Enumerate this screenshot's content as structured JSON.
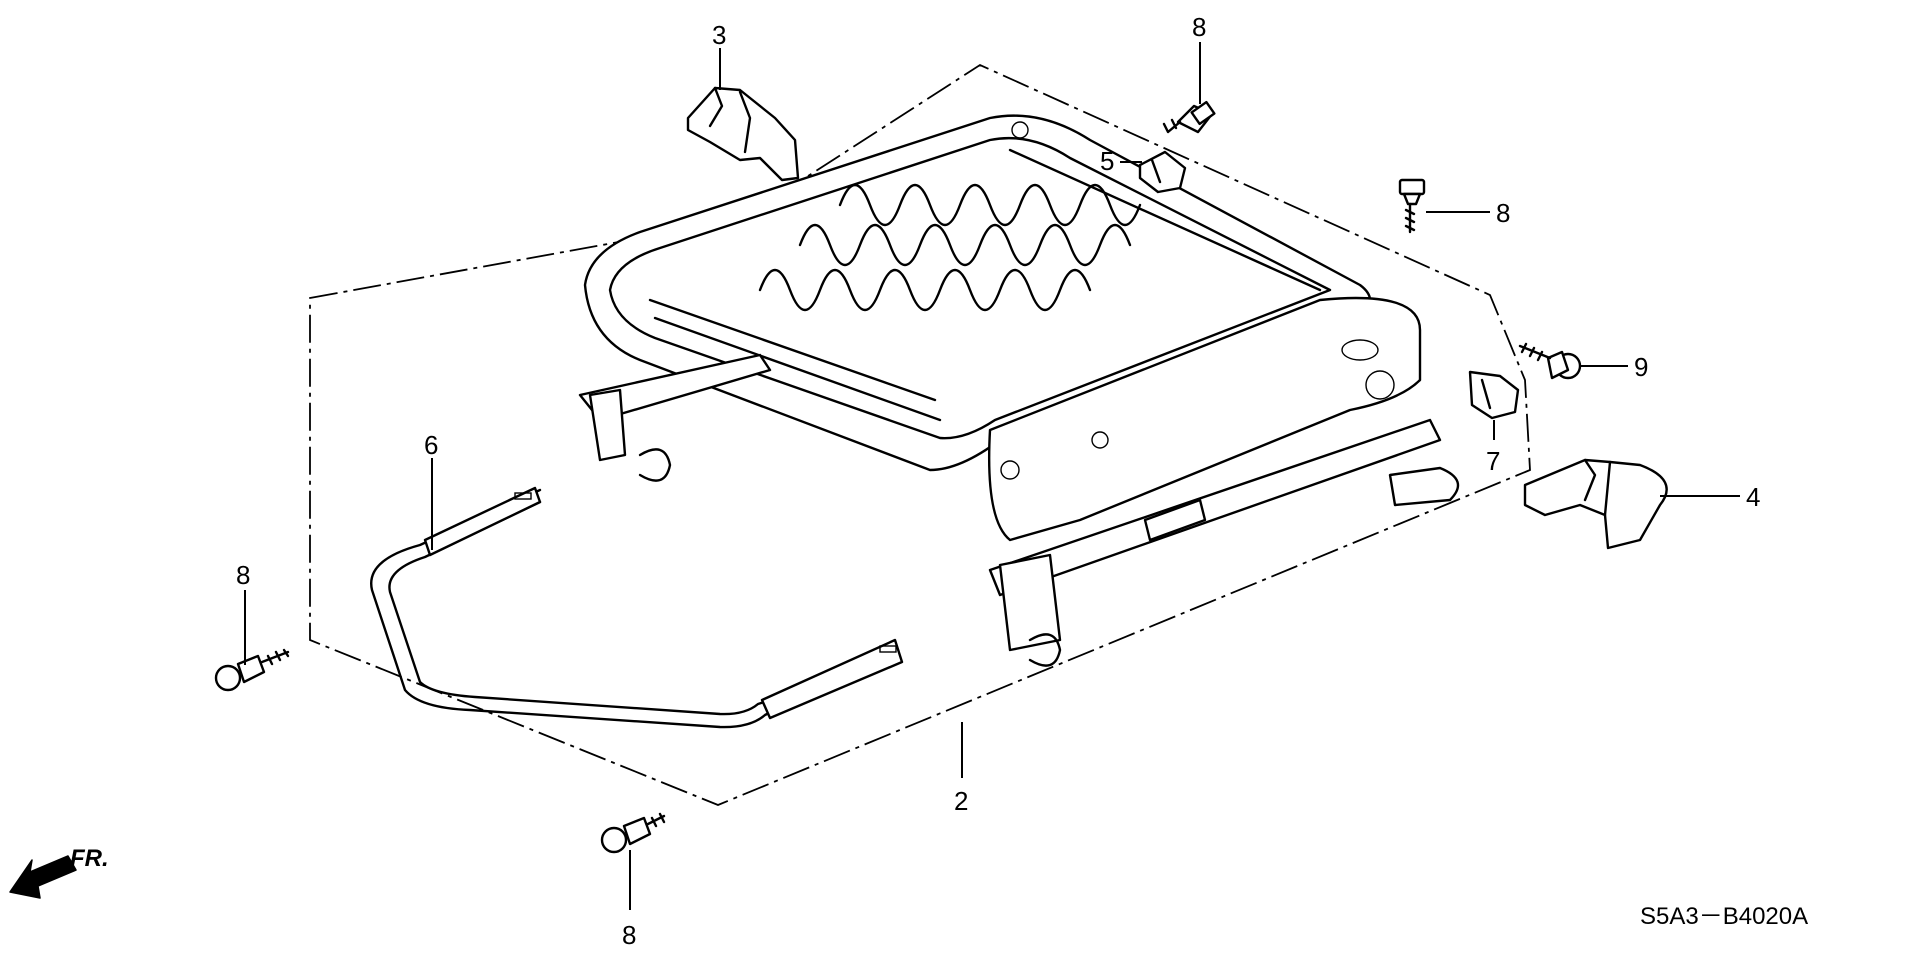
{
  "callouts": {
    "c2": "2",
    "c3": "3",
    "c4": "4",
    "c5": "5",
    "c6": "6",
    "c7": "7",
    "c8a": "8",
    "c8b": "8",
    "c8c": "8",
    "c8d": "8",
    "c9": "9"
  },
  "direction_label": "FR.",
  "diagram_code": "S5A3－B4020A"
}
